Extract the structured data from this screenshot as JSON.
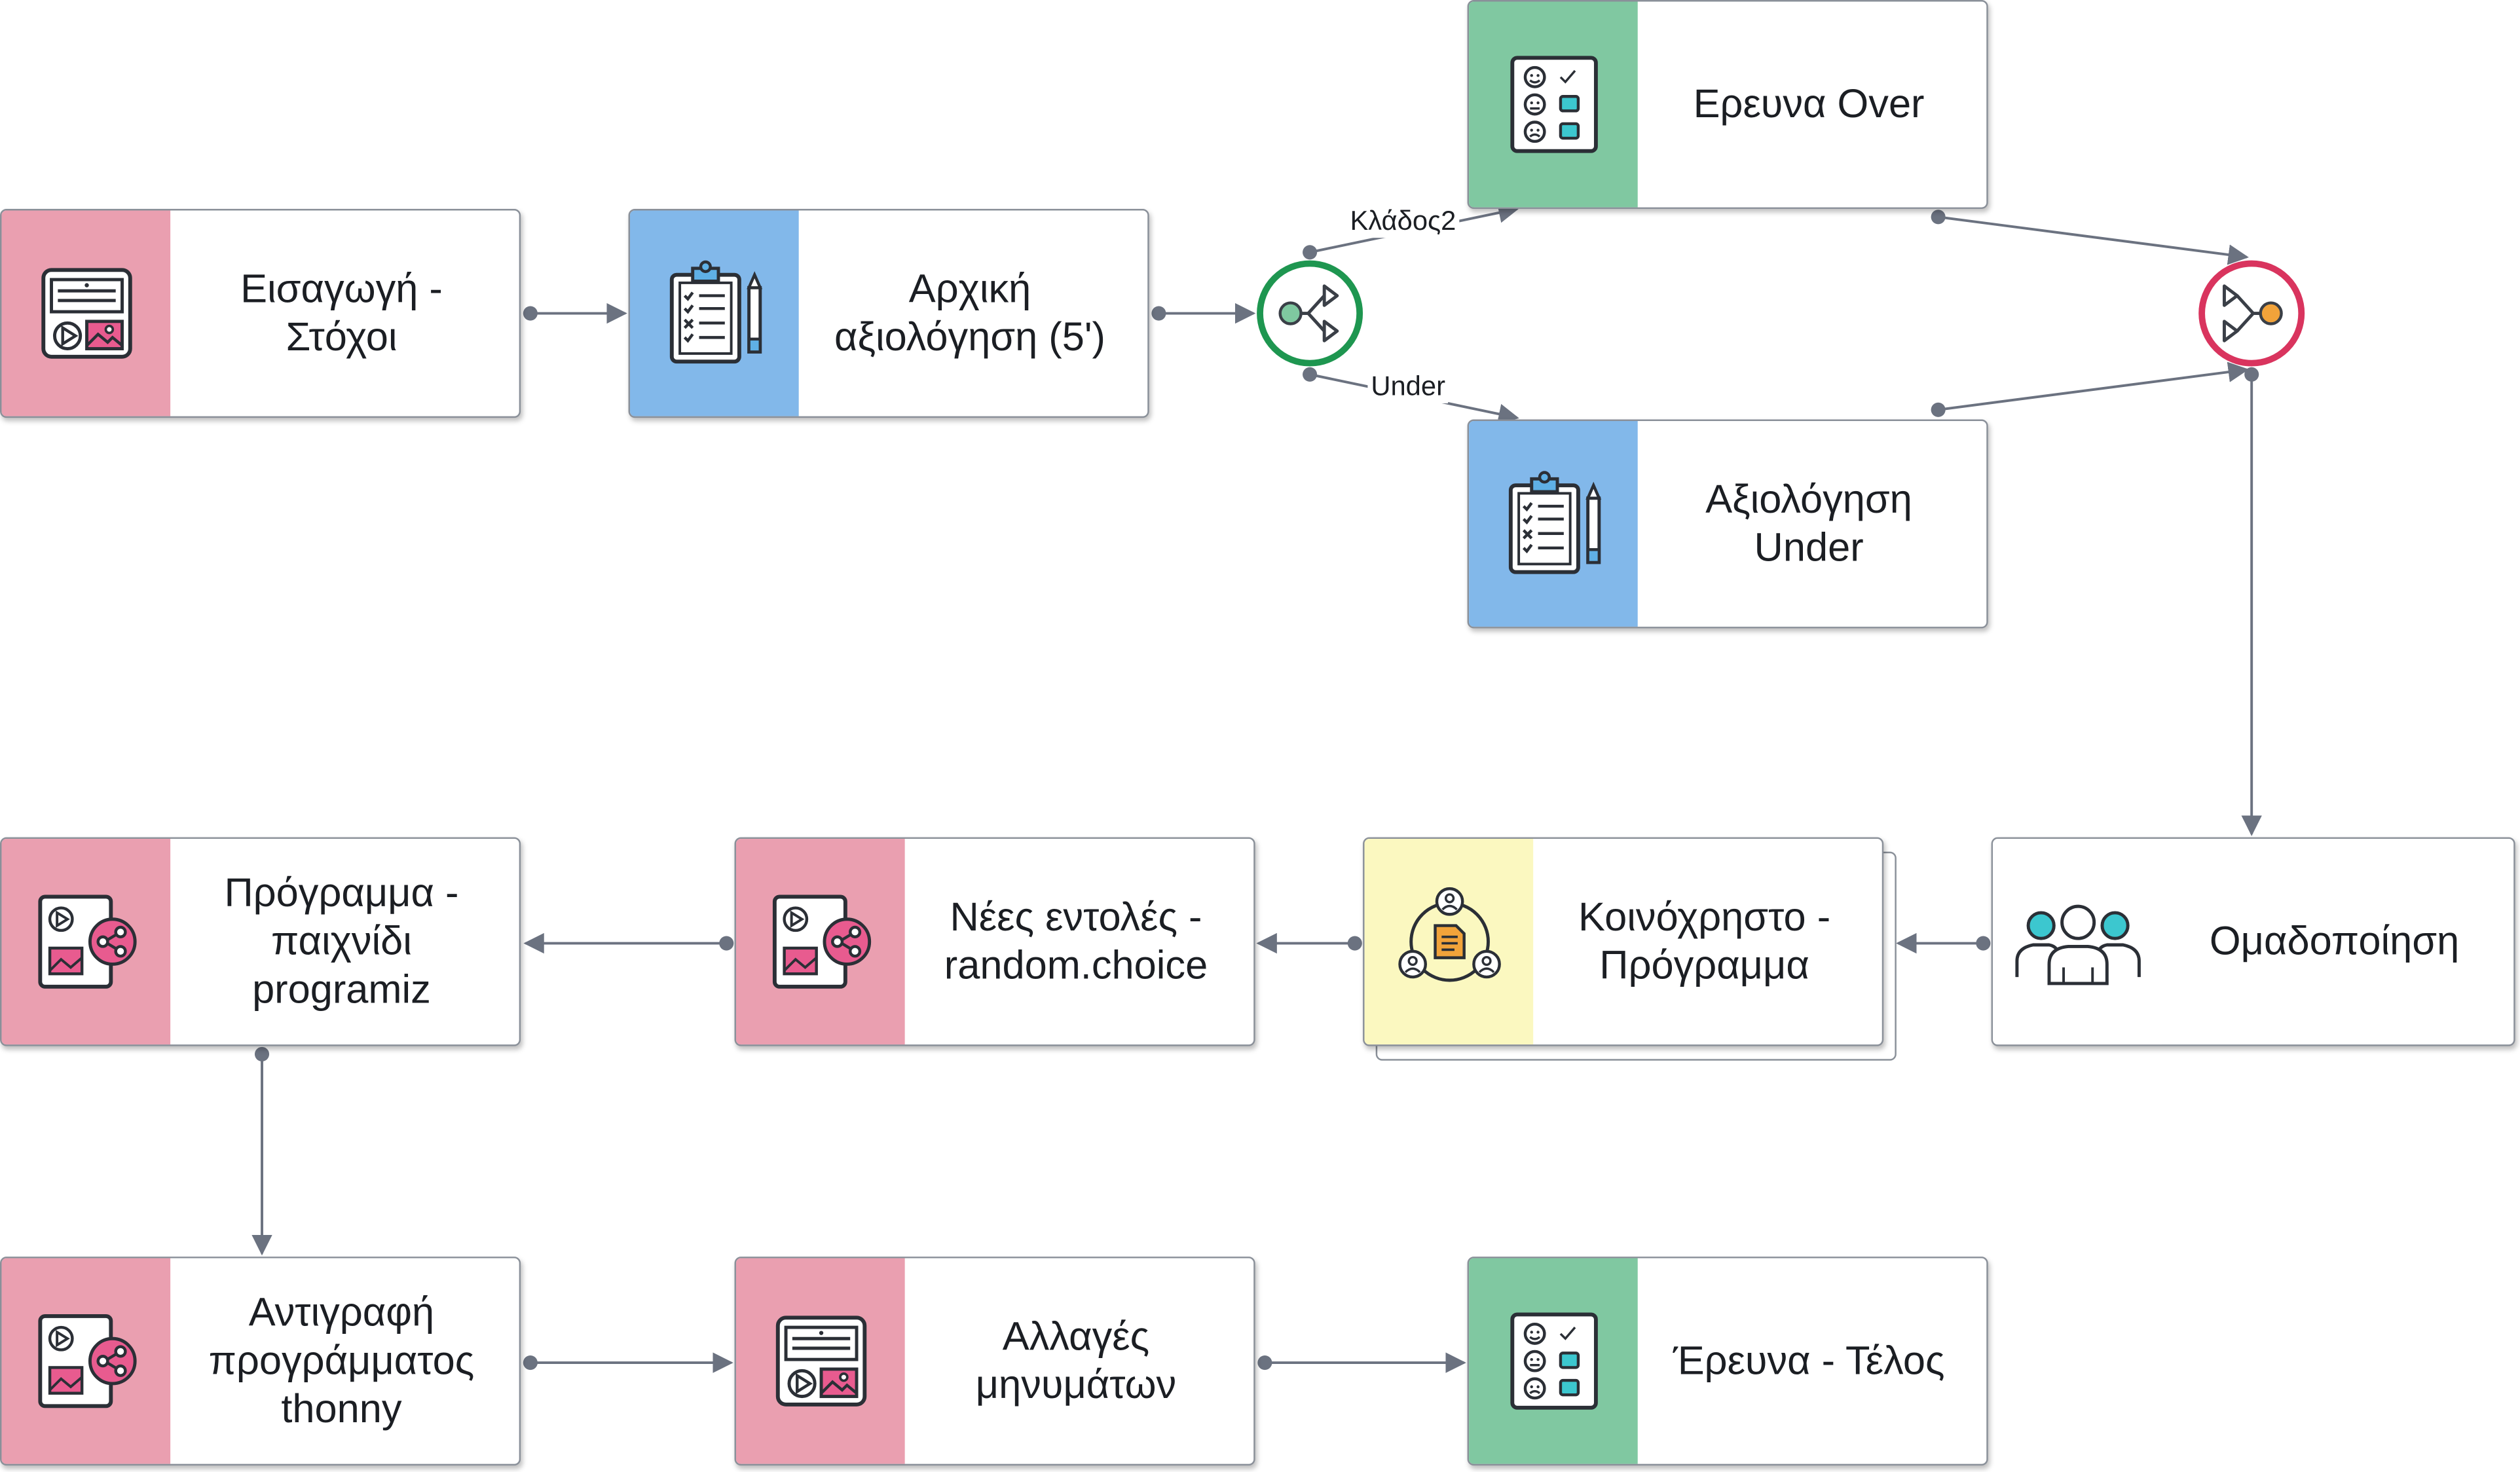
{
  "nodes": [
    {
      "id": "eisagogi",
      "label": "Εισαγωγή -\nΣτόχοι",
      "color": "pink",
      "icon": "media-content-icon"
    },
    {
      "id": "arxiki",
      "label": "Αρχική\nαξιολόγηση (5')",
      "color": "blue",
      "icon": "clipboard-checklist-icon"
    },
    {
      "id": "ereuna-over",
      "label": "Ερευνα Over",
      "color": "green",
      "icon": "survey-faces-icon"
    },
    {
      "id": "axiologisi-under",
      "label": "Αξιολόγηση\nUnder",
      "color": "blue",
      "icon": "clipboard-checklist-icon"
    },
    {
      "id": "omadopoiisi",
      "label": "Ομαδοποίηση",
      "color": "white",
      "icon": "group-people-icon"
    },
    {
      "id": "koinoxristo",
      "label": "Κοινόχρηστο -\nΠρόγραμμα",
      "color": "yellow",
      "icon": "shared-document-icon"
    },
    {
      "id": "nees-entoles",
      "label": "Νέες εντολές -\nrandom.choice",
      "color": "pink",
      "icon": "share-media-icon"
    },
    {
      "id": "programma-paixnidi",
      "label": "Πρόγραμμα -\nπαιχνίδι\nprogramiz",
      "color": "pink",
      "icon": "share-media-icon"
    },
    {
      "id": "antigrafi",
      "label": "Αντιγραφή\nπρογράμματος\nthonny",
      "color": "pink",
      "icon": "share-media-icon"
    },
    {
      "id": "allages",
      "label": "Αλλαγές\nμηνυμάτων",
      "color": "pink",
      "icon": "media-content-icon"
    },
    {
      "id": "ereuna-telos",
      "label": "Έρευνα - Τέλος",
      "color": "green",
      "icon": "survey-faces-icon"
    }
  ],
  "gateways": {
    "split": {
      "icon": "branch-split-icon",
      "color": "#1e9650"
    },
    "merge": {
      "icon": "branch-merge-icon",
      "color": "#d9345e"
    }
  },
  "edge_labels": {
    "over_branch": "Κλάδος2",
    "under_branch": "Under"
  },
  "colors": {
    "pink": "#ea9fb0",
    "blue": "#82b8ea",
    "green": "#80c8a1",
    "yellow": "#fbf8c0",
    "edge": "#6b7280"
  }
}
